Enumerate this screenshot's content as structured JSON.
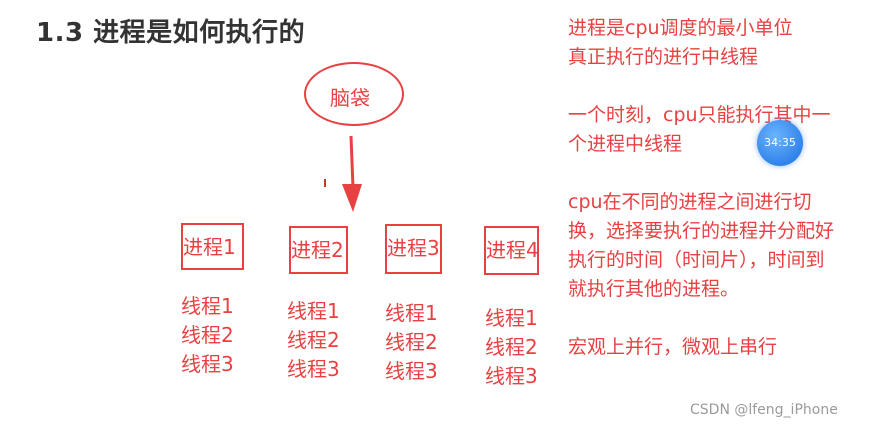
{
  "heading": "1.3 进程是如何执行的",
  "brain": "脑袋",
  "processes": [
    {
      "label": "进程1",
      "threads": [
        "线程1",
        "线程2",
        "线程3"
      ]
    },
    {
      "label": "进程2",
      "threads": [
        "线程1",
        "线程2",
        "线程3"
      ]
    },
    {
      "label": "进程3",
      "threads": [
        "线程1",
        "线程2",
        "线程3"
      ]
    },
    {
      "label": "进程4",
      "threads": [
        "线程1",
        "线程2",
        "线程3"
      ]
    }
  ],
  "notes": {
    "line1": "进程是cpu调度的最小单位",
    "line2": "真正执行的进行中线程",
    "line3": "一个时刻，cpu只能执行其中一",
    "line4": "个进程中线程",
    "line5": "cpu在不同的进程之间进行切",
    "line6": "换，选择要执行的进程并分配好",
    "line7": "执行的时间（时间片），时间到",
    "line8": "就执行其他的进程。",
    "line9": "宏观上并行，微观上串行"
  },
  "timer": "34:35",
  "watermark": "CSDN @lfeng_iPhone",
  "colors": {
    "accent": "#e84142",
    "heading": "#333333",
    "timer": "#1a6fe0",
    "watermark": "#9a9a9a"
  }
}
